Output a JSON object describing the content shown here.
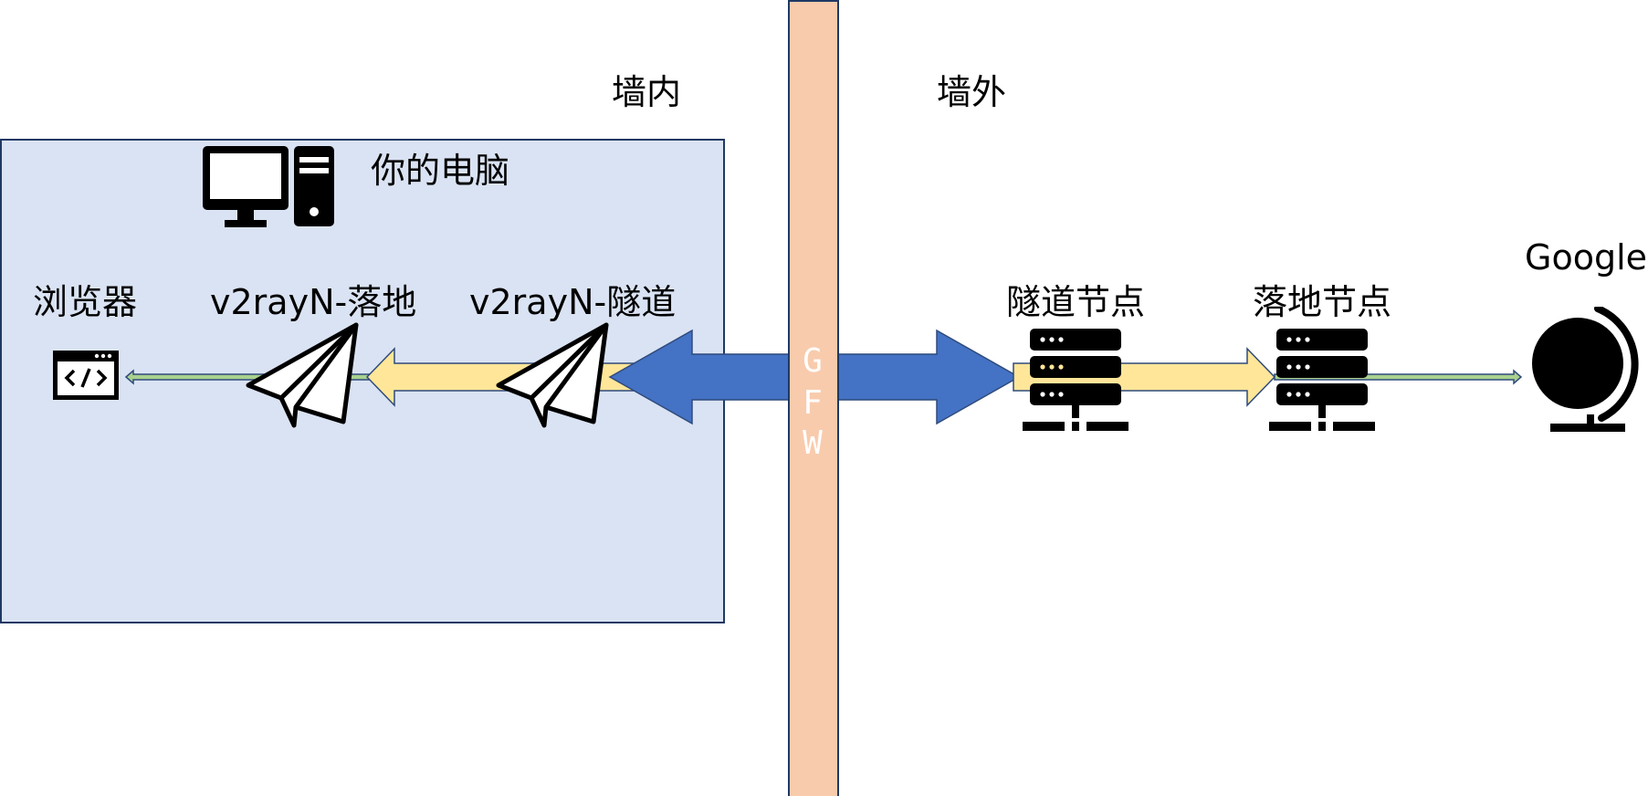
{
  "labels": {
    "inside_wall": "墙内",
    "outside_wall": "墙外",
    "your_computer": "你的电脑",
    "browser": "浏览器",
    "v2rayn_landing": "v2rayN-落地",
    "v2rayn_tunnel": "v2rayN-隧道",
    "tunnel_node": "隧道节点",
    "landing_node": "落地节点",
    "google": "Google"
  },
  "gfw": {
    "letters": [
      "G",
      "F",
      "W"
    ]
  },
  "icons": {
    "computer": "desktop-computer-icon",
    "browser": "browser-code-icon",
    "v2rayn_landing": "paper-plane-icon",
    "v2rayn_tunnel": "paper-plane-icon",
    "tunnel_node": "server-icon",
    "landing_node": "server-icon",
    "google": "globe-icon"
  },
  "colors": {
    "computer_box_fill": "#dae3f3",
    "computer_box_stroke": "#1f3864",
    "wall_fill": "#f8cbad",
    "wall_stroke": "#1f3864",
    "blue_arrow": "#4472c4",
    "yellow_arrow": "#ffe699",
    "green_arrow": "#a9d18e",
    "arrow_stroke": "#2f4b7c",
    "icon": "#000000"
  }
}
